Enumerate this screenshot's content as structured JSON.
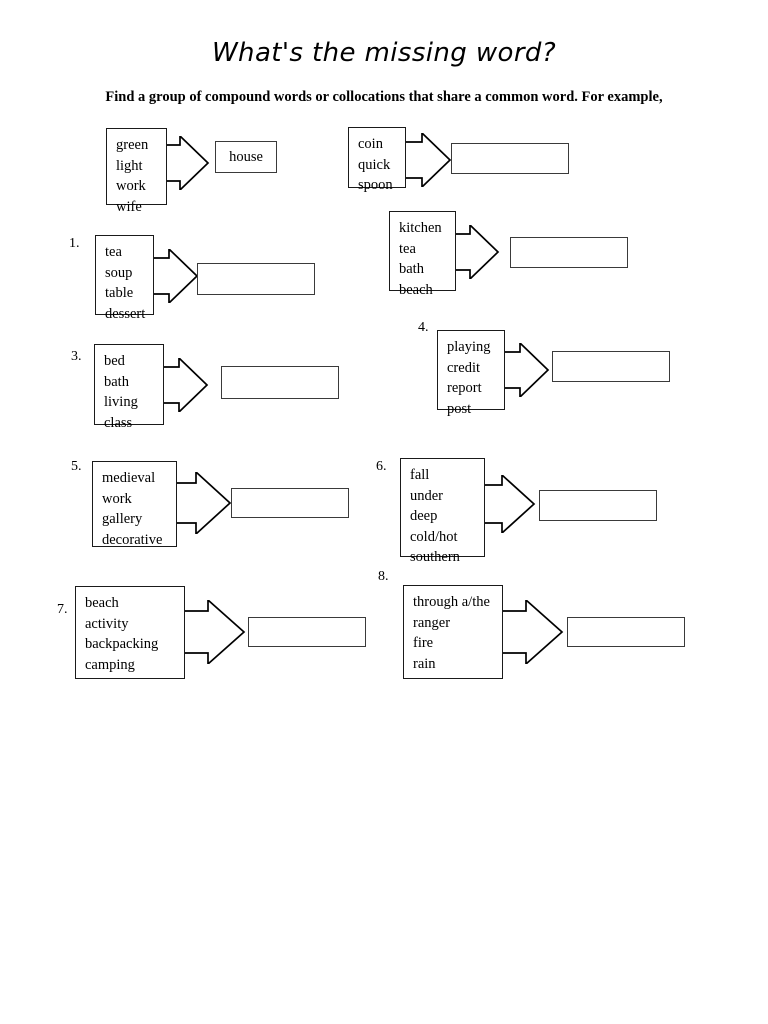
{
  "page": {
    "title": "What's the missing word?",
    "instruction": "Find a group of compound words or collocations that share a common word. For example,"
  },
  "examples": [
    {
      "number": "",
      "words": [
        "green",
        "light",
        "work",
        "wife"
      ],
      "answer": "house"
    },
    {
      "number": "",
      "words": [
        "coin",
        "quick",
        "spoon"
      ],
      "answer": ""
    }
  ],
  "items": [
    {
      "number": "1.",
      "words": [
        "tea",
        "soup",
        "table",
        "dessert"
      ],
      "answer": ""
    },
    {
      "number": "",
      "words": [
        "kitchen",
        "tea",
        "bath",
        "beach"
      ],
      "answer": ""
    },
    {
      "number": "3.",
      "words": [
        "bed",
        "bath",
        "living",
        "class"
      ],
      "answer": ""
    },
    {
      "number": "4.",
      "words": [
        "playing",
        "credit",
        "report",
        "post"
      ],
      "answer": ""
    },
    {
      "number": "5.",
      "words": [
        "medieval",
        "work",
        "gallery",
        "decorative"
      ],
      "answer": ""
    },
    {
      "number": "6.",
      "words": [
        "fall",
        "under",
        "deep",
        "cold/hot",
        "southern"
      ],
      "answer": ""
    },
    {
      "number": "7.",
      "words": [
        "beach",
        "activity",
        "backpacking",
        "camping"
      ],
      "answer": ""
    },
    {
      "number": "8.",
      "words": [
        "through a/the",
        "ranger",
        "fire",
        "rain"
      ],
      "answer": ""
    }
  ],
  "colors": {
    "page_background": "#ffffff",
    "text": "#000000",
    "wordbox_border": "#1a1a1a",
    "answerbox_border": "#3a3a3a",
    "arrow_stroke": "#000000"
  }
}
